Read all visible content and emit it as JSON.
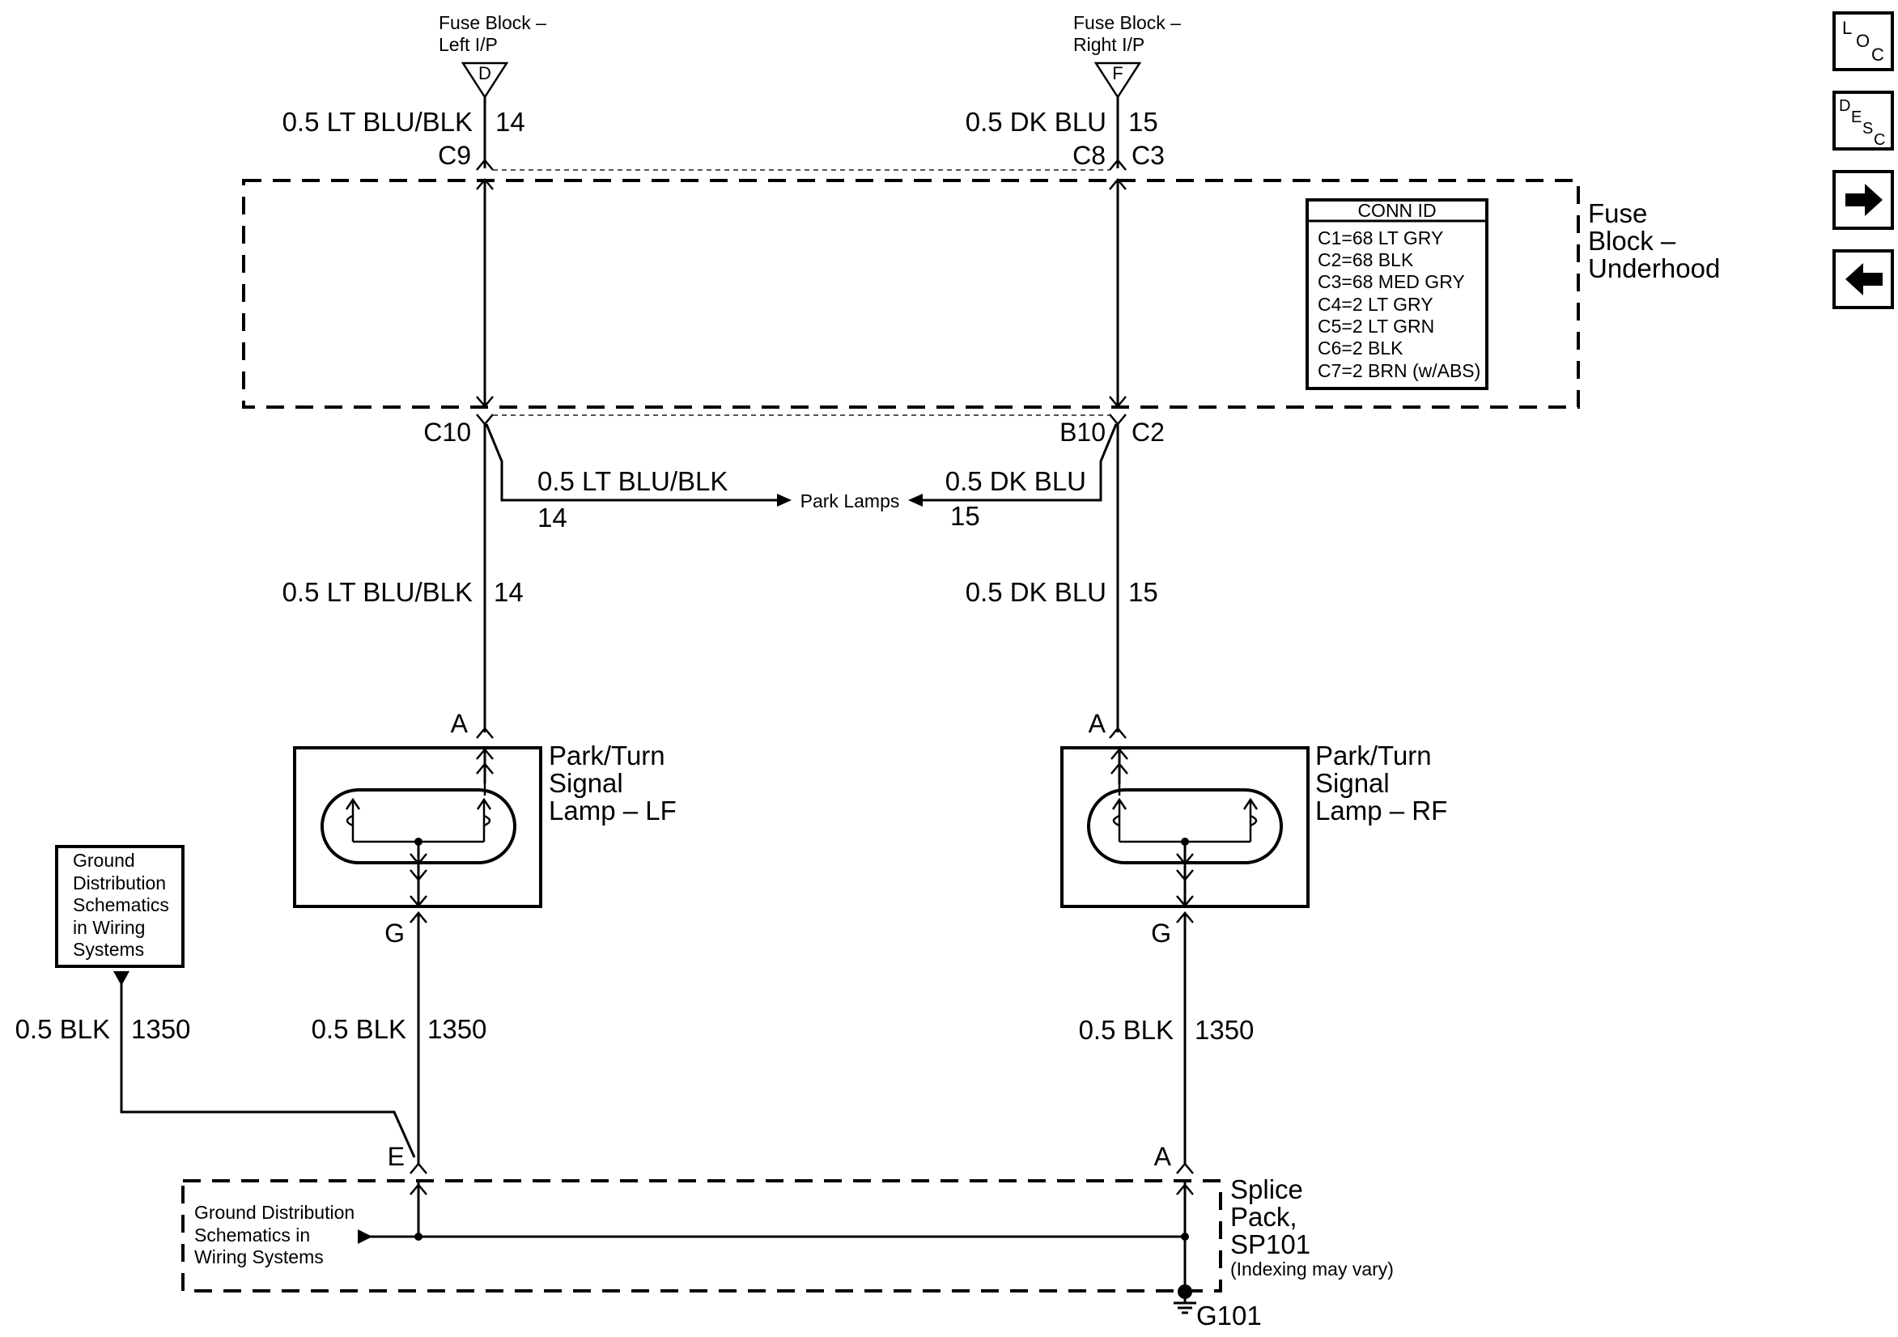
{
  "fuse_left": {
    "line1": "Fuse Block –",
    "line2": "Left I/P",
    "letter": "D"
  },
  "fuse_right": {
    "line1": "Fuse Block –",
    "line2": "Right I/P",
    "letter": "F"
  },
  "wire_top_left": {
    "spec": "0.5 LT BLU/BLK",
    "circuit": "14"
  },
  "wire_top_right": {
    "spec": "0.5 DK BLU",
    "circuit": "15"
  },
  "connectors": {
    "c9": "C9",
    "c8": "C8",
    "c3": "C3",
    "c10": "C10",
    "b10": "B10",
    "c2": "C2"
  },
  "fuse_block_underhood": {
    "line1": "Fuse",
    "line2": "Block –",
    "line3": "Underhood"
  },
  "conn_id": {
    "title": "CONN ID",
    "rows": [
      "C1=68 LT GRY",
      "C2=68 BLK",
      "C3=68 MED GRY",
      "C4=2 LT GRY",
      "C5=2 LT GRN",
      "C6=2 BLK",
      "C7=2 BRN (w/ABS)"
    ]
  },
  "park_lamps": {
    "label": "Park Lamps",
    "left_spec": "0.5 LT BLU/BLK",
    "left_circuit": "14",
    "right_spec": "0.5 DK BLU",
    "right_circuit": "15"
  },
  "wire_mid_left": {
    "spec": "0.5 LT BLU/BLK",
    "circuit": "14"
  },
  "wire_mid_right": {
    "spec": "0.5 DK BLU",
    "circuit": "15"
  },
  "lamp_lf": {
    "line1": "Park/Turn",
    "line2": "Signal",
    "line3": "Lamp – LF",
    "pin_top": "A",
    "pin_bottom": "G"
  },
  "lamp_rf": {
    "line1": "Park/Turn",
    "line2": "Signal",
    "line3": "Lamp – RF",
    "pin_top": "A",
    "pin_bottom": "G"
  },
  "ground_dist_box": {
    "lines": [
      "Ground",
      "Distribution",
      "Schematics",
      "in Wiring",
      "Systems"
    ]
  },
  "wire_gnd_far_left": {
    "spec": "0.5 BLK",
    "circuit": "1350"
  },
  "wire_gnd_left": {
    "spec": "0.5 BLK",
    "circuit": "1350"
  },
  "wire_gnd_right": {
    "spec": "0.5 BLK",
    "circuit": "1350"
  },
  "splice_pins": {
    "left": "E",
    "right": "A"
  },
  "splice_ground_ref": {
    "lines": [
      "Ground Distribution",
      "Schematics in",
      "Wiring Systems"
    ]
  },
  "splice_pack": {
    "line1": "Splice",
    "line2": "Pack,",
    "line3": "SP101",
    "note": "(Indexing may vary)"
  },
  "ground": {
    "label": "G101"
  },
  "nav": {
    "loc": {
      "l1": "L",
      "l2": "O",
      "l3": "C"
    },
    "desc": {
      "l1": "D",
      "l2": "E",
      "l3": "S",
      "l4": "C"
    },
    "next_symbol": "→",
    "prev_symbol": "←"
  }
}
